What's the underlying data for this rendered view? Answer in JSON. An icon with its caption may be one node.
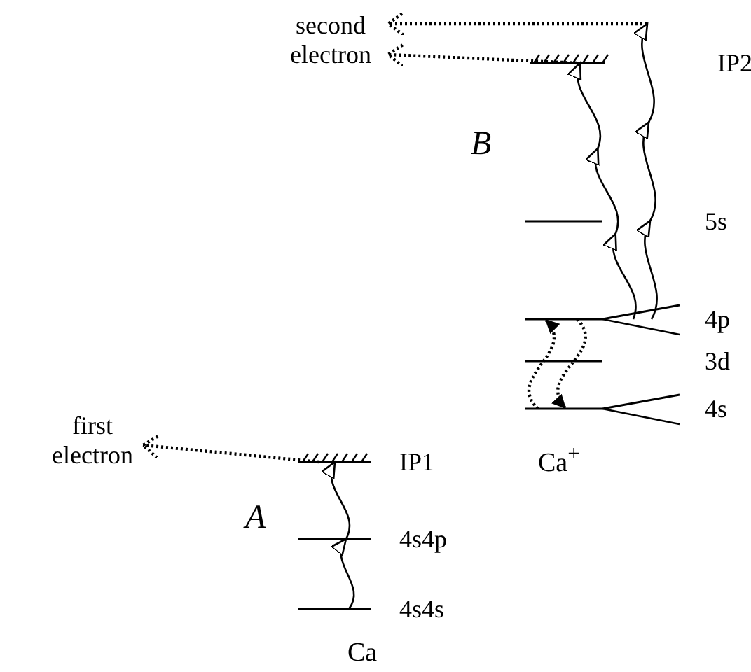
{
  "diagram": {
    "nodes": [
      {
        "text": [
          "second electron"
        ]
      },
      {
        "text": [],
        "shape": "line"
      },
      {
        "text": [],
        "shape": "line"
      },
      {
        "text": [],
        "shape": "line",
        "beside": [
          "4p"
        ]
      },
      {
        "text": [],
        "shape": "line"
      },
      {
        "text": [],
        "shape": "line",
        "beside": [
          "4s"
        ]
      },
      {
        "text": [
          "first electron"
        ]
      },
      {
        "text": [],
        "shape": "line",
        "beside": [
          "IP1"
        ]
      },
      {
        "text": [],
        "shape": "line",
        "beside": [
          "4s4p"
        ]
      },
      {
        "text": [],
        "shape": "line",
        "beside": [
          "4s4s"
        ]
      }
    ],
    "edges": [
      {
        "from": 9,
        "to": 8,
        "arrow": "to"
      },
      {
        "from": 8,
        "to": 7,
        "arrow": "to"
      },
      {
        "from": 7,
        "to": 6,
        "arrow": "to",
        "style": "dashed"
      },
      {
        "from": 5,
        "to": 3,
        "arrow": "to",
        "style": "dashed"
      },
      {
        "from": 3,
        "to": 5,
        "arrow": "to",
        "style": "dashed"
      },
      {
        "from": 3,
        "to": 1,
        "arrow": "to"
      },
      {
        "from": 3,
        "to": null,
        "arrow": "to"
      },
      {
        "from": 1,
        "to": 0,
        "arrow": "to",
        "style": "dashed"
      },
      {
        "from": null,
        "to": 0,
        "arrow": "to",
        "style": "dashed"
      }
    ],
    "labels": [
      "IP2",
      "B",
      "5s",
      "3d",
      "Ca$^{+}$",
      "A",
      "Ca"
    ]
  }
}
